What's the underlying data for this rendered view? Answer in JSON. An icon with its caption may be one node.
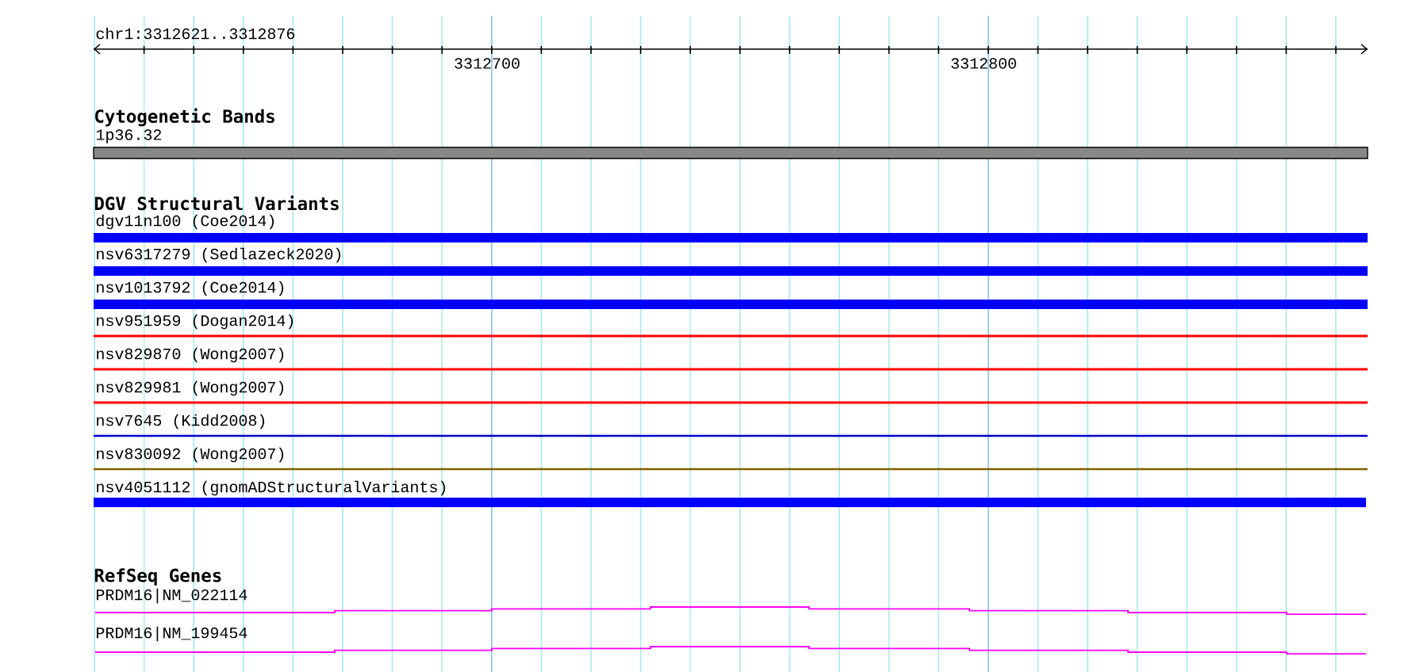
{
  "diagram": {
    "labels": [
      "chr1:3312621..3312876",
      "3312700",
      "3312800",
      "Cytogenetic Bands",
      "1p36.32",
      "DGV Structural Variants",
      "dgv11n100 (Coe2014)",
      "nsv6317279 (Sedlazeck2020)",
      "nsv1013792 (Coe2014)",
      "nsv951959 (Dogan2014)",
      "nsv829870 (Wong2007)",
      "nsv829981 (Wong2007)",
      "nsv7645 (Kidd2008)",
      "nsv830092 (Wong2007)",
      "nsv4051112 (gnomADStructuralVariants)",
      "RefSeq Genes",
      "PRDM16|NM_022114",
      "PRDM16|NM_199454"
    ]
  }
}
